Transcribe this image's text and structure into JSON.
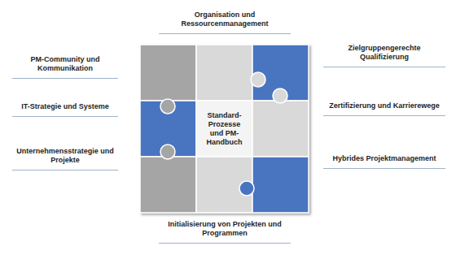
{
  "diagram": {
    "nodes": [
      {
        "text": [
          "Standard-Prozesse und PM-Handbuch"
        ]
      }
    ],
    "labels": [
      "Organisation und Ressourcenmanagement",
      "PM-Community und Kommunikation",
      "Zielgruppengerechte Qualifizierung",
      "IT-Strategie und Systeme",
      "Zertifizierung und Karrierewege",
      "Unternehmensstrategie und Projekte",
      "Hybrides Projektmanagement",
      "Initialisierung von Projekten und Programmen"
    ]
  }
}
